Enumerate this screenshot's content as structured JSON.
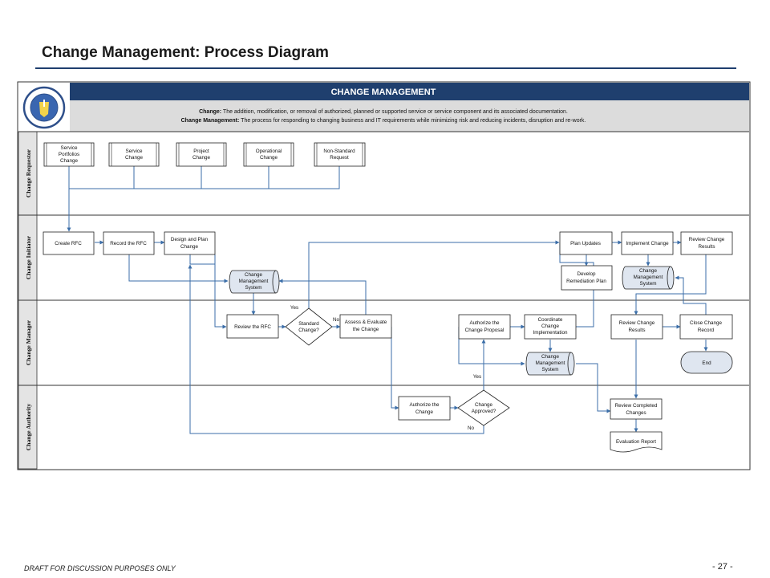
{
  "slide": {
    "title": "Change Management: Process Diagram",
    "footer_left": "DRAFT FOR DISCUSSION PURPOSES ONLY",
    "footer_right": "- 27 -"
  },
  "header": {
    "logo_icon": "massachusetts-seal-icon",
    "banner": "CHANGE MANAGEMENT",
    "def1_term": "Change:",
    "def1_text": " The addition, modification, or removal of authorized, planned or supported service or service component and its associated documentation.",
    "def2_term": "Change Management:",
    "def2_text": " The process for responding to changing business and IT requirements while minimizing risk and reducing incidents, disruption and re-work."
  },
  "lanes": [
    "Change Requestor",
    "Change Initiator",
    "Change Manager",
    "Change Authority"
  ],
  "requestor": {
    "service_portfolios": [
      "Service",
      "Portfolios",
      "Change"
    ],
    "service_change": [
      "Service",
      "Change"
    ],
    "project_change": [
      "Project",
      "Change"
    ],
    "operational_change": [
      "Operational",
      "Change"
    ],
    "non_standard": [
      "Non-Standard",
      "Request"
    ]
  },
  "initiator": {
    "create_rfc": "Create RFC",
    "record_rfc": "Record the RFC",
    "design_plan": [
      "Design and Plan",
      "Change"
    ],
    "cms": [
      "Change",
      "Management",
      "System"
    ],
    "plan_updates": "Plan Updates",
    "implement_change": "Implement Change",
    "review_change_results": [
      "Review Change",
      "Results"
    ],
    "develop_remediation": [
      "Develop",
      "Remediation Plan"
    ],
    "cms2": [
      "Change",
      "Management",
      "System"
    ]
  },
  "manager": {
    "review_rfc": "Review the RFC",
    "standard_change": [
      "Standard",
      "Change?"
    ],
    "assess_evaluate": [
      "Assess & Evaluate",
      "the Change"
    ],
    "authorize_proposal": [
      "Authorize the",
      "Change Proposal"
    ],
    "coordinate": [
      "Coordinate",
      "Change",
      "Implementation"
    ],
    "cms3": [
      "Change",
      "Management",
      "System"
    ],
    "review_change_results": [
      "Review Change",
      "Results"
    ],
    "close_change": [
      "Close Change",
      "Record"
    ],
    "end": "End",
    "yes1": "Yes",
    "no1": "No",
    "yes2": "Yes"
  },
  "authority": {
    "authorize_change": [
      "Authorize the",
      "Change"
    ],
    "change_approved": [
      "Change",
      "Approved?"
    ],
    "review_completed": [
      "Review Completed",
      "Changes"
    ],
    "evaluation_report": "Evaluation Report",
    "no": "No"
  }
}
